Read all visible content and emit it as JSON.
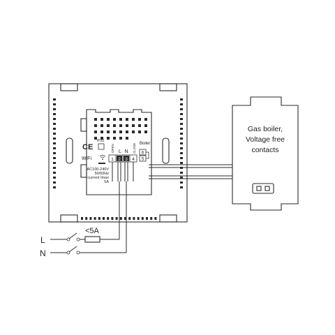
{
  "thermostat": {
    "ce_mark": "CE",
    "ip_rating": "IP20",
    "wifi_label": "WiFi",
    "power_spec": [
      "AC100-240V",
      "50/60Hz",
      "current Imax",
      "5A"
    ],
    "boiler_label": "Boiler",
    "terminal_letters": [
      "L",
      "N"
    ],
    "valve_labels": [
      "OPEN",
      "CLOSE"
    ],
    "terminal_numbers": [
      "1",
      "2",
      "3",
      "4",
      "5",
      "6"
    ]
  },
  "boiler": {
    "title_lines": [
      "Gas boiler,",
      "Voltage free",
      "contacts"
    ]
  },
  "supply": {
    "line_label": "L",
    "neutral_label": "N",
    "fuse_label": "<5A"
  }
}
